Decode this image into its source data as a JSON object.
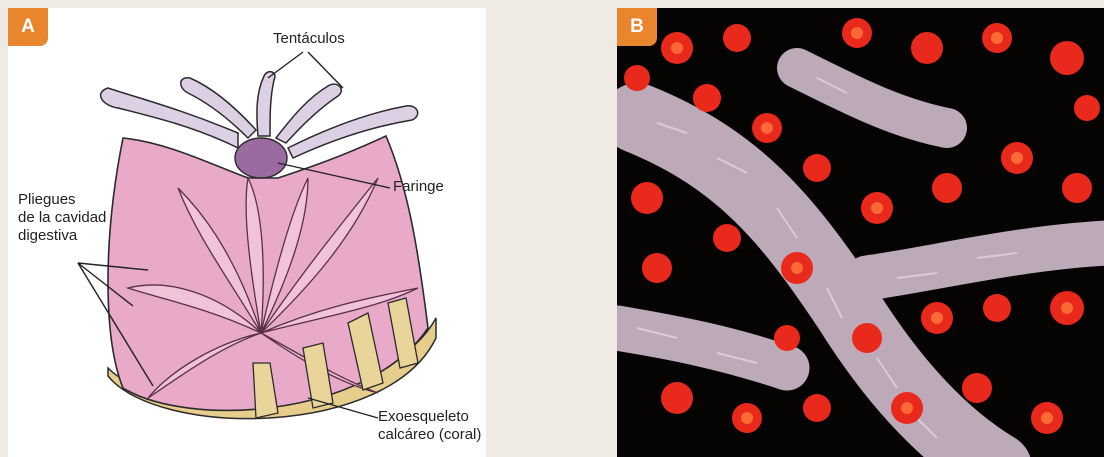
{
  "panel_a": {
    "badge": "A",
    "labels": {
      "tentacles": "Tentáculos",
      "pharynx": "Faringe",
      "folds_line1": "Pliegues",
      "folds_line2": "de la cavidad",
      "folds_line3": "digestiva",
      "exo_line1": "Exoesqueleto",
      "exo_line2": "calcáreo (coral)"
    },
    "colors": {
      "body": "#e7a9c6",
      "tentacle": "#d9c8e0",
      "skeleton": "#e9d49a"
    }
  },
  "panel_b": {
    "badge": "B",
    "colors": {
      "background": "#050505",
      "branch": "#c9b8c6",
      "polyp": "#e8291c"
    }
  }
}
